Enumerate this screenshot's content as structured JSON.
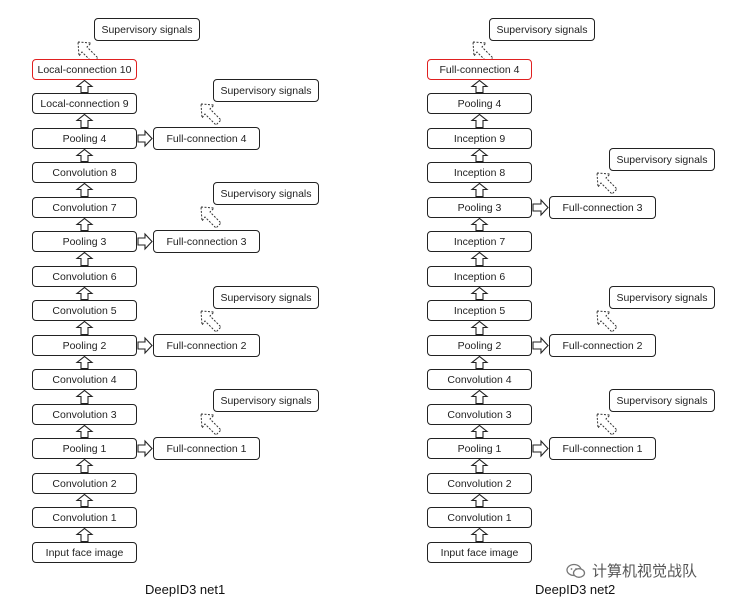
{
  "net1": {
    "caption": "DeepID3 net1",
    "stack": [
      "Local-connection 10",
      "Local-connection 9",
      "Pooling 4",
      "Convolution 8",
      "Convolution 7",
      "Pooling 3",
      "Convolution 6",
      "Convolution 5",
      "Pooling 2",
      "Convolution 4",
      "Convolution 3",
      "Pooling 1",
      "Convolution 2",
      "Convolution 1",
      "Input face image"
    ],
    "top_signal": "Supervisory signals",
    "branches": [
      {
        "from": "Pooling 4",
        "label": "Full-connection 4",
        "signal": "Supervisory signals"
      },
      {
        "from": "Pooling 3",
        "label": "Full-connection 3",
        "signal": "Supervisory signals"
      },
      {
        "from": "Pooling 2",
        "label": "Full-connection 2",
        "signal": "Supervisory signals"
      },
      {
        "from": "Pooling 1",
        "label": "Full-connection 1",
        "signal": "Supervisory signals"
      }
    ]
  },
  "net2": {
    "caption": "DeepID3 net2",
    "stack": [
      "Full-connection 4",
      "Pooling 4",
      "Inception 9",
      "Inception 8",
      "Pooling 3",
      "Inception 7",
      "Inception 6",
      "Inception 5",
      "Pooling 2",
      "Convolution 4",
      "Convolution 3",
      "Pooling 1",
      "Convolution 2",
      "Convolution 1",
      "Input face image"
    ],
    "top_signal": "Supervisory signals",
    "branches": [
      {
        "from": "Pooling 3",
        "label": "Full-connection 3",
        "signal": "Supervisory signals"
      },
      {
        "from": "Pooling 2",
        "label": "Full-connection 2",
        "signal": "Supervisory signals"
      },
      {
        "from": "Pooling 1",
        "label": "Full-connection 1",
        "signal": "Supervisory signals"
      }
    ]
  },
  "watermark": {
    "text": "计算机视觉战队",
    "icon": "wechat-icon"
  },
  "colors": {
    "highlight": "#e02020",
    "stroke": "#222222"
  }
}
